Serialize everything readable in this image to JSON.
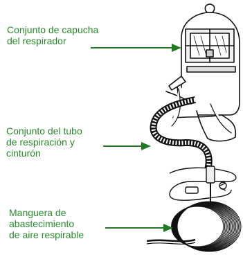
{
  "colors": {
    "label": "#2a8a2c",
    "arrow": "#1f7a22",
    "ink": "#111111"
  },
  "callouts": [
    {
      "id": "hood",
      "lines": [
        "Conjunto de capucha",
        "del respirador"
      ]
    },
    {
      "id": "tube",
      "lines": [
        "Conjunto del tubo",
        "de respiración y",
        "cinturón"
      ]
    },
    {
      "id": "hose",
      "lines": [
        "Manguera de",
        "abastecimiento",
        "de aire respirable"
      ]
    }
  ]
}
